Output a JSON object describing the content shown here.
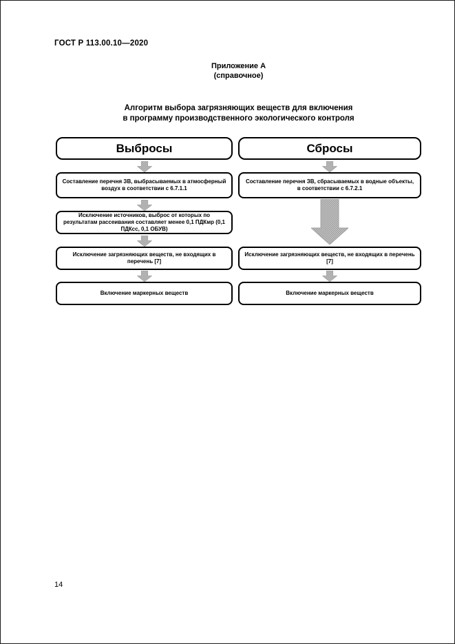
{
  "page": {
    "doc_code": "ГОСТ Р 113.00.10—2020",
    "appendix_label": "Приложение А",
    "appendix_type": "(справочное)",
    "title_line1": "Алгоритм выбора загрязняющих веществ для включения",
    "title_line2": "в программу производственного экологического контроля",
    "page_number": "14"
  },
  "flowchart": {
    "left": {
      "header": "Выбросы",
      "steps": [
        "Составление перечня ЗВ, выбрасываемых в атмосферный воздух в соответствии с 6.7.1.1",
        "Исключение источников, выброс от которых по результатам рассеивания составляет менее 0,1 ПДКмр (0,1 ПДКсс, 0,1 ОБУВ)",
        "Исключение загрязняющих веществ, не входящих в перечень [7]",
        "Включение маркерных веществ"
      ]
    },
    "right": {
      "header": "Сбросы",
      "steps": [
        "Составление перечня ЗВ, сбрасываемых в водные объекты, в соответствии с 6.7.2.1",
        "Исключение загрязняющих веществ, не входящих в перечень [7]",
        "Включение маркерных веществ"
      ]
    }
  },
  "colors": {
    "arrow_light": "#c9c9c9",
    "arrow_dark": "#9a9a9a",
    "arrow_stroke": "#a3a3a3",
    "box_border": "#000000"
  }
}
